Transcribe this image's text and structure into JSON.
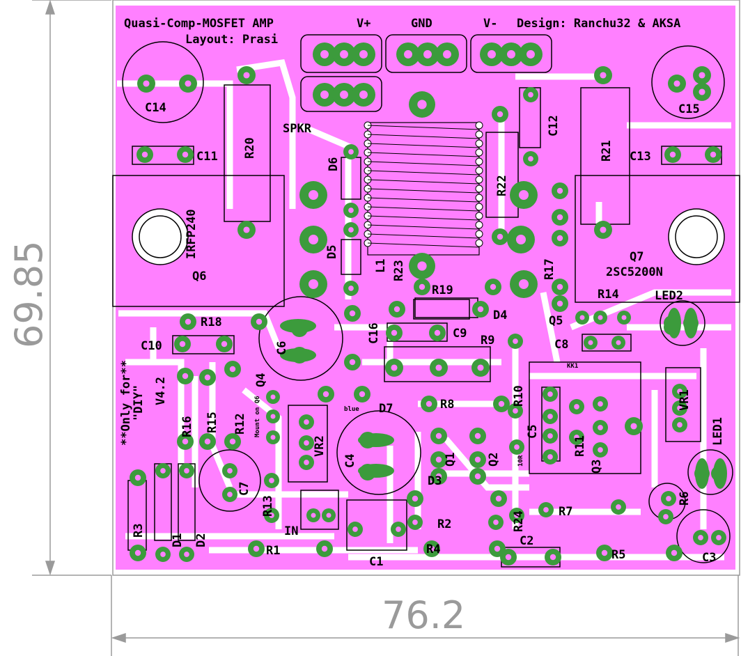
{
  "colors": {
    "board": "#ff80ff",
    "pad": "#3c9b3c",
    "drill": "#ff80ff",
    "silk": "#000000",
    "dimension": "#9a9a9a"
  },
  "header": {
    "title": "Quasi-Comp-MOSFET AMP",
    "vplus": "V+",
    "gnd": "GND",
    "vminus": "V-",
    "design": "Design: Ranchu32 & AKSA",
    "layout": "Layout: Prasi"
  },
  "side_note": {
    "only_for": "**Only for**",
    "diy": "\"DIY\"",
    "version": "V4.2"
  },
  "dimensions": {
    "width": "76.2",
    "height": "69.85"
  },
  "components": {
    "spkr": "SPKR",
    "c14": "C14",
    "c15": "C15",
    "c11": "C11",
    "c13": "C13",
    "c12": "C12",
    "r20": "R20",
    "r21": "R21",
    "r22": "R22",
    "r23": "R23",
    "l1": "L1",
    "d6": "D6",
    "d5": "D5",
    "irfp240": "IRFP240",
    "q6": "Q6",
    "q7": "Q7",
    "q7_part": "2SC5200N",
    "r17": "R17",
    "r19": "R19",
    "r14": "R14",
    "d4": "D4",
    "led2": "LED2",
    "q5": "Q5",
    "r18": "R18",
    "c6": "C6",
    "c16": "C16",
    "c9": "C9",
    "r9": "R9",
    "c8": "C8",
    "c10": "C10",
    "kk1": "KK1",
    "q4": "Q4",
    "mount_note": "Mount on Q6",
    "blue": "blue",
    "d7": "D7",
    "r16": "R16",
    "r15": "R15",
    "r12": "R12",
    "r8": "R8",
    "r10": "R10",
    "vr1": "VR1",
    "vr2": "VR2",
    "c4": "C4",
    "c5": "C5",
    "q1": "Q1",
    "q2": "Q2",
    "r11": "R11",
    "q3": "Q3",
    "led1": "LED1",
    "c7": "C7",
    "d3": "D3",
    "r24": "R24",
    "r24_val": "10R",
    "r6": "R6",
    "r13": "R13",
    "in": "IN",
    "r3": "R3",
    "d1": "D1",
    "d2": "D2",
    "r2": "R2",
    "r7": "R7",
    "r1": "R1",
    "c1": "C1",
    "r4": "R4",
    "c2": "C2",
    "r5": "R5",
    "c3": "C3"
  }
}
